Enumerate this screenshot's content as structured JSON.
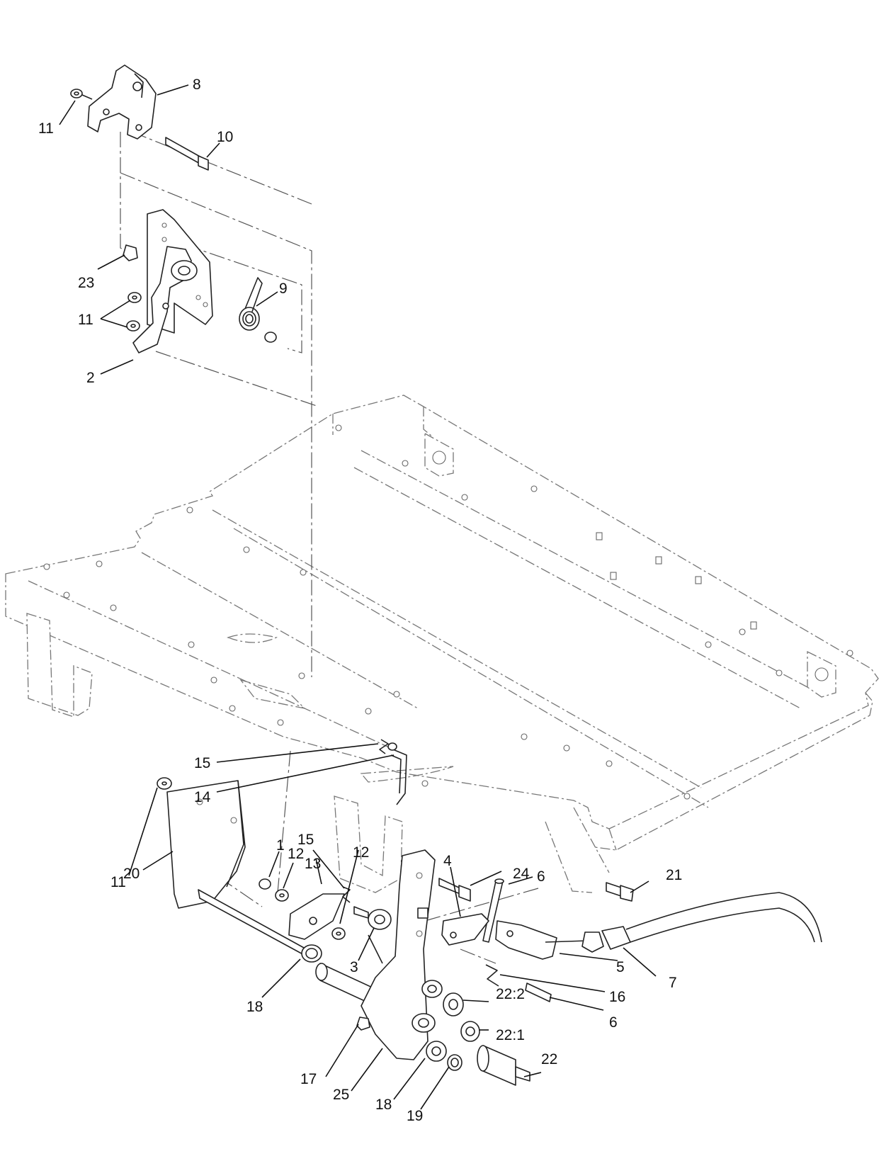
{
  "callouts": [
    {
      "id": "c8",
      "label": "8"
    },
    {
      "id": "c11a",
      "label": "11"
    },
    {
      "id": "c10",
      "label": "10"
    },
    {
      "id": "c9",
      "label": "9"
    },
    {
      "id": "c23",
      "label": "23"
    },
    {
      "id": "c11b",
      "label": "11"
    },
    {
      "id": "c2",
      "label": "2"
    },
    {
      "id": "c15a",
      "label": "15"
    },
    {
      "id": "c14",
      "label": "14"
    },
    {
      "id": "c11c",
      "label": "11"
    },
    {
      "id": "c20",
      "label": "20"
    },
    {
      "id": "c1",
      "label": "1"
    },
    {
      "id": "c12a",
      "label": "12"
    },
    {
      "id": "c13",
      "label": "13"
    },
    {
      "id": "c15b",
      "label": "15"
    },
    {
      "id": "c12b",
      "label": "12"
    },
    {
      "id": "c3",
      "label": "3"
    },
    {
      "id": "c24",
      "label": "24"
    },
    {
      "id": "c6a",
      "label": "6"
    },
    {
      "id": "c4",
      "label": "4"
    },
    {
      "id": "c21",
      "label": "21"
    },
    {
      "id": "c5",
      "label": "5"
    },
    {
      "id": "c7",
      "label": "7"
    },
    {
      "id": "c16",
      "label": "16"
    },
    {
      "id": "c6b",
      "label": "6"
    },
    {
      "id": "c18a",
      "label": "18"
    },
    {
      "id": "c222",
      "label": "22:2"
    },
    {
      "id": "c221",
      "label": "22:1"
    },
    {
      "id": "c22",
      "label": "22"
    },
    {
      "id": "c17",
      "label": "17"
    },
    {
      "id": "c25",
      "label": "25"
    },
    {
      "id": "c18b",
      "label": "18"
    },
    {
      "id": "c19",
      "label": "19"
    }
  ]
}
